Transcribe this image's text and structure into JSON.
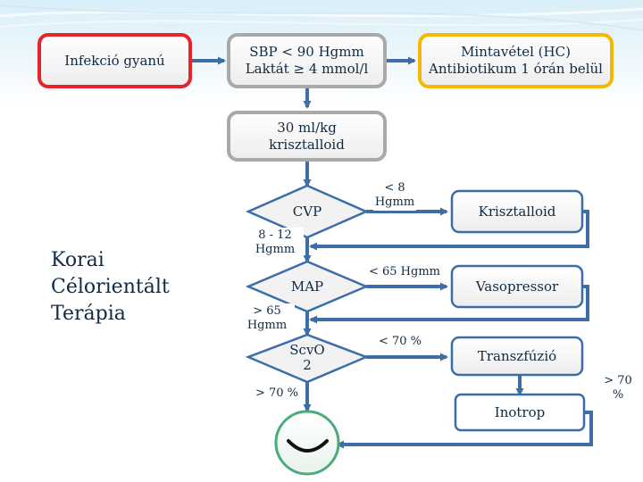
{
  "nodes": {
    "infection": "Infekció gyanú",
    "sbp": "SBP < 90 Hgmm\nLaktát ≥ 4 mmol/l",
    "sampling": "Mintavétel (HC)\nAntibiotikum 1 órán belül",
    "fluid": "30 ml/kg\nkrisztalloid",
    "cvp": "CVP",
    "map": "MAP",
    "scvo2": "ScvO\n2",
    "crystalloid": "Krisztalloid",
    "vasopressor": "Vasopressor",
    "transfusion": "Transzfúzió",
    "inotrope": "Inotrop"
  },
  "edge_labels": {
    "cvp_low": "< 8 Hgmm",
    "cvp_target": "8 - 12 Hgmm",
    "map_low": "< 65 Hgmm",
    "map_target": "> 65 Hgmm",
    "scvo2_low": "< 70 %",
    "scvo2_target": "> 70 %",
    "inotrope_target": "> 70 %"
  },
  "panel_title": "Korai\nCélorientált\nTerápia",
  "colors": {
    "box_red": "#e8242b",
    "box_yellow": "#f5b800",
    "box_gray": "#a9a9a9",
    "box_blue": "#3a6ea8",
    "arrow": "#3d6ea8",
    "circle": "#4aaa7a",
    "diamond_fill": "#f2f2f2"
  }
}
